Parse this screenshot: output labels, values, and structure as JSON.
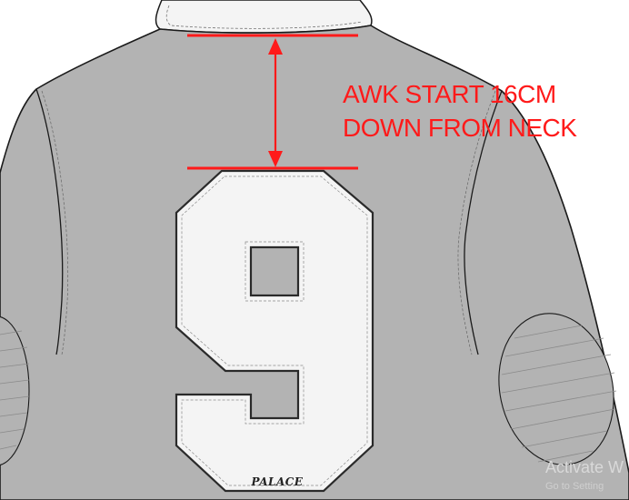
{
  "annotation": {
    "line1": "AWK START 16CM",
    "line2": "DOWN FROM NECK"
  },
  "number_patch": {
    "digit": "9",
    "brand_label": "PALACE"
  },
  "watermark": {
    "line1": "Activate W",
    "line2": "Go to Setting"
  },
  "colors": {
    "garment": "#b3b3b3",
    "outline": "#1a1a1a",
    "patch_fill": "#f4f4f4",
    "annotation": "#ff1a1a"
  }
}
